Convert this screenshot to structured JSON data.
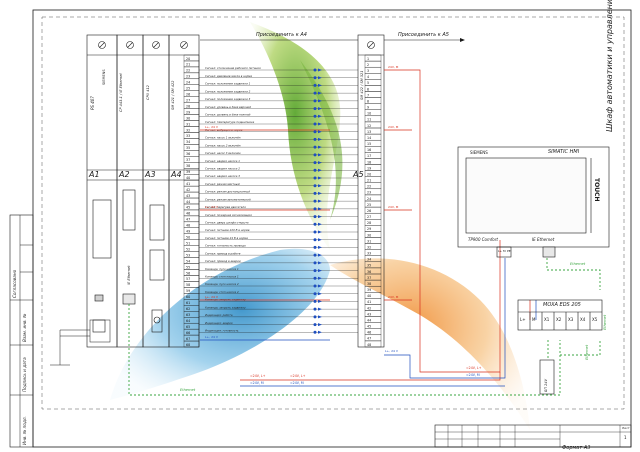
{
  "sheet": {
    "title": "Шкаф автоматики и управления",
    "format": "Формат А3",
    "sheet_no": "1"
  },
  "side_stamp": {
    "labels": [
      "Инв. № подл.",
      "Подпись и дата",
      "Взам. инв. №",
      "Согласовано"
    ]
  },
  "plc_rack": {
    "modules": [
      {
        "id": "A1",
        "name": "PS 407",
        "vendor": "SIEMENS"
      },
      {
        "id": "A2",
        "name": "CP 443-1 / IE Ethernet",
        "port": "IE Ethernet"
      },
      {
        "id": "A3",
        "name": "CPU 412"
      },
      {
        "id": "A4",
        "name": "SM 421 / SM 422",
        "rows": [
          "20",
          "21",
          "22",
          "23",
          "24",
          "25",
          "26",
          "27",
          "28",
          "29",
          "30",
          "31",
          "32",
          "33",
          "34",
          "35",
          "36",
          "37",
          "38",
          "39",
          "40",
          "41",
          "42",
          "43",
          "44",
          "45",
          "46",
          "47",
          "48",
          "49",
          "50",
          "51",
          "52",
          "53",
          "54",
          "55",
          "56",
          "57",
          "58",
          "59",
          "60",
          "61",
          "62",
          "63",
          "64",
          "65",
          "66",
          "67",
          "68"
        ]
      }
    ]
  },
  "module_a5": {
    "id": "A5",
    "name": "SM 422 / SM 321",
    "rows": [
      "1",
      "2",
      "3",
      "4",
      "5",
      "6",
      "7",
      "8",
      "9",
      "10",
      "11",
      "12",
      "13",
      "14",
      "15",
      "16",
      "17",
      "18",
      "19",
      "20",
      "21",
      "22",
      "23",
      "24",
      "25",
      "26",
      "27",
      "28",
      "29",
      "30",
      "31",
      "32",
      "33",
      "34",
      "35",
      "36",
      "37",
      "38",
      "39",
      "40",
      "41",
      "42",
      "43",
      "44",
      "45",
      "46",
      "47",
      "48"
    ]
  },
  "connections": {
    "to_a4": "Присоединить к А4",
    "to_a5": "Присоединить к А5",
    "signal_labels": [
      "L+, 24 V",
      "L+, 24 V",
      "L+, 24 V",
      "L+, 24 V",
      "L+, 24 V"
    ],
    "bus_labels": [
      "24V, M",
      "24V, M",
      "24V, M",
      "24V, M"
    ],
    "wire_tags": [
      "=24V, L+",
      "=24V, M",
      "=24V, L+",
      "=24V, M",
      "=24V, L+",
      "=24V, M"
    ]
  },
  "descriptions": [
    "Сигнал: отключение рабочего питания",
    "Сигнал: давление масла в норме",
    "Сигнал: положение задвижки 1",
    "Сигнал: положение задвижки 2",
    "Сигнал: положение задвижки 3",
    "Сигнал: уровень в баке верхний",
    "Сигнал: уровень в баке нижний",
    "Сигнал: температура подшипника",
    "Сигнал: вибрация в норме",
    "Сигнал: насос 1 включён",
    "Сигнал: насос 2 включён",
    "Сигнал: насос 3 включён",
    "Сигнал: авария насоса 1",
    "Сигнал: авария насоса 2",
    "Сигнал: авария насоса 3",
    "Сигнал: режим местный",
    "Сигнал: режим дистанционный",
    "Сигнал: режим автоматический",
    "Сигнал: перегрев двигателя",
    "Сигнал: пожарная сигнализация",
    "Сигнал: дверь шкафа открыта",
    "Сигнал: питание 220 В в норме",
    "Сигнал: питание 24 В в норме",
    "Сигнал: готовность привода",
    "Сигнал: привод в работе",
    "Сигнал: привод в аварии",
    "Команда: пуск насоса 1",
    "Команда: стоп насоса 1",
    "Команда: пуск насоса 2",
    "Команда: стоп насоса 2",
    "Команда: открыть задвижку",
    "Команда: закрыть задвижку",
    "Индикация: работа",
    "Индикация: авария",
    "Индикация: готовность"
  ],
  "hmi": {
    "vendor": "SIEMENS",
    "model": "SIMATIC HMI",
    "touch": "TOUCH",
    "panel": "TP900 Comfort",
    "port": "IE Ethernet",
    "power": [
      "L+",
      "M",
      "PE"
    ]
  },
  "switch": {
    "title": "MOXA EDS 205",
    "ports": [
      "L+",
      "M",
      "X1",
      "X2",
      "X3",
      "X4",
      "X5"
    ]
  },
  "ethernet_labels": [
    "Ethernet",
    "Ethernet",
    "Ethernet",
    "Ethernet"
  ],
  "component": "БП 24V",
  "stamp": {
    "sheet_label": "Лист",
    "format_label": "Формат А3"
  },
  "colors": {
    "green_blob": "#8dbf3f",
    "blue_blob": "#4aa3d3",
    "orange_blob": "#f0a04b",
    "red_wire": "#d9301e",
    "blue_wire": "#1f4fbf",
    "green_dash": "#3aa640",
    "ink": "#1a1a1a"
  }
}
